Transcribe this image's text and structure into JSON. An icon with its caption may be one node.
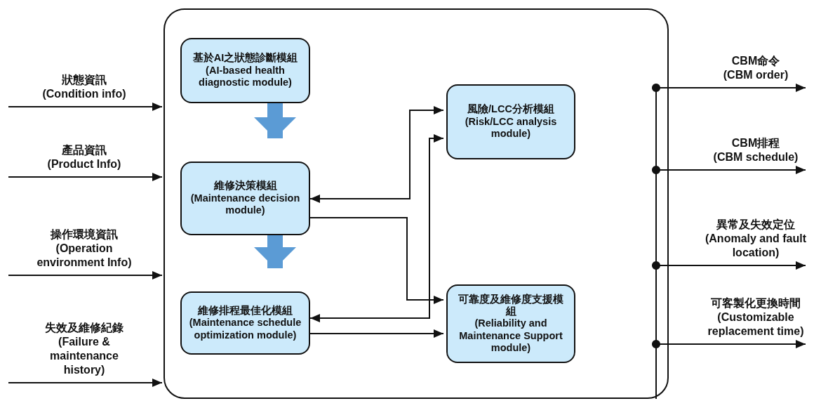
{
  "diagram": {
    "nodes": [
      {
        "text": [],
        "shape": "box"
      },
      {
        "text": [
          "基於AI之狀態診斷模組",
          "(AI-based health diagnostic module)"
        ],
        "in": 0
      },
      {
        "text": [
          "維修決策模組",
          "(Maintenance decision module)"
        ],
        "in": 0
      },
      {
        "text": [
          "維修排程最佳化模組",
          "(Maintenance schedule optimization module)"
        ],
        "in": 0
      },
      {
        "text": [
          "風險/LCC分析模組",
          "(Risk/LCC analysis module)"
        ],
        "in": 0
      },
      {
        "text": [
          "可靠度及維修度支援模組",
          "(Reliability and Maintenance Support module)"
        ],
        "in": 0
      }
    ],
    "edges": [
      {
        "from": 1,
        "to": 2,
        "arrow": "to",
        "style": "thick",
        "color": "#5b9bd5"
      },
      {
        "from": 2,
        "to": 3,
        "arrow": "to",
        "style": "thick",
        "color": "#5b9bd5"
      },
      {
        "from": 2,
        "to": 4,
        "arrow": "both"
      },
      {
        "from": 3,
        "to": 4,
        "arrow": "both"
      },
      {
        "from": 2,
        "to": 5,
        "arrow": "to"
      },
      {
        "from": 3,
        "to": 5,
        "arrow": "to"
      },
      {
        "from": null,
        "to": 0,
        "arrow": "to",
        "label": "狀態資訊 (Condition info)"
      },
      {
        "from": null,
        "to": 0,
        "arrow": "to",
        "label": "產品資訊 (Product Info)"
      },
      {
        "from": null,
        "to": 0,
        "arrow": "to",
        "label": "操作環境資訊 (Operation environment Info)"
      },
      {
        "from": null,
        "to": 0,
        "arrow": "to",
        "label": "失效及維修紀錄 (Failure & maintenance history)"
      },
      {
        "from": 0,
        "to": null,
        "arrow": "to",
        "label": "CBM命令 (CBM order)"
      },
      {
        "from": 0,
        "to": null,
        "arrow": "to",
        "label": "CBM排程 (CBM schedule)"
      },
      {
        "from": 0,
        "to": null,
        "arrow": "to",
        "label": "異常及失效定位 (Anomaly and fault location)"
      },
      {
        "from": 0,
        "to": null,
        "arrow": "to",
        "label": "可客製化更換時間 (Customizable replacement time)"
      }
    ]
  }
}
